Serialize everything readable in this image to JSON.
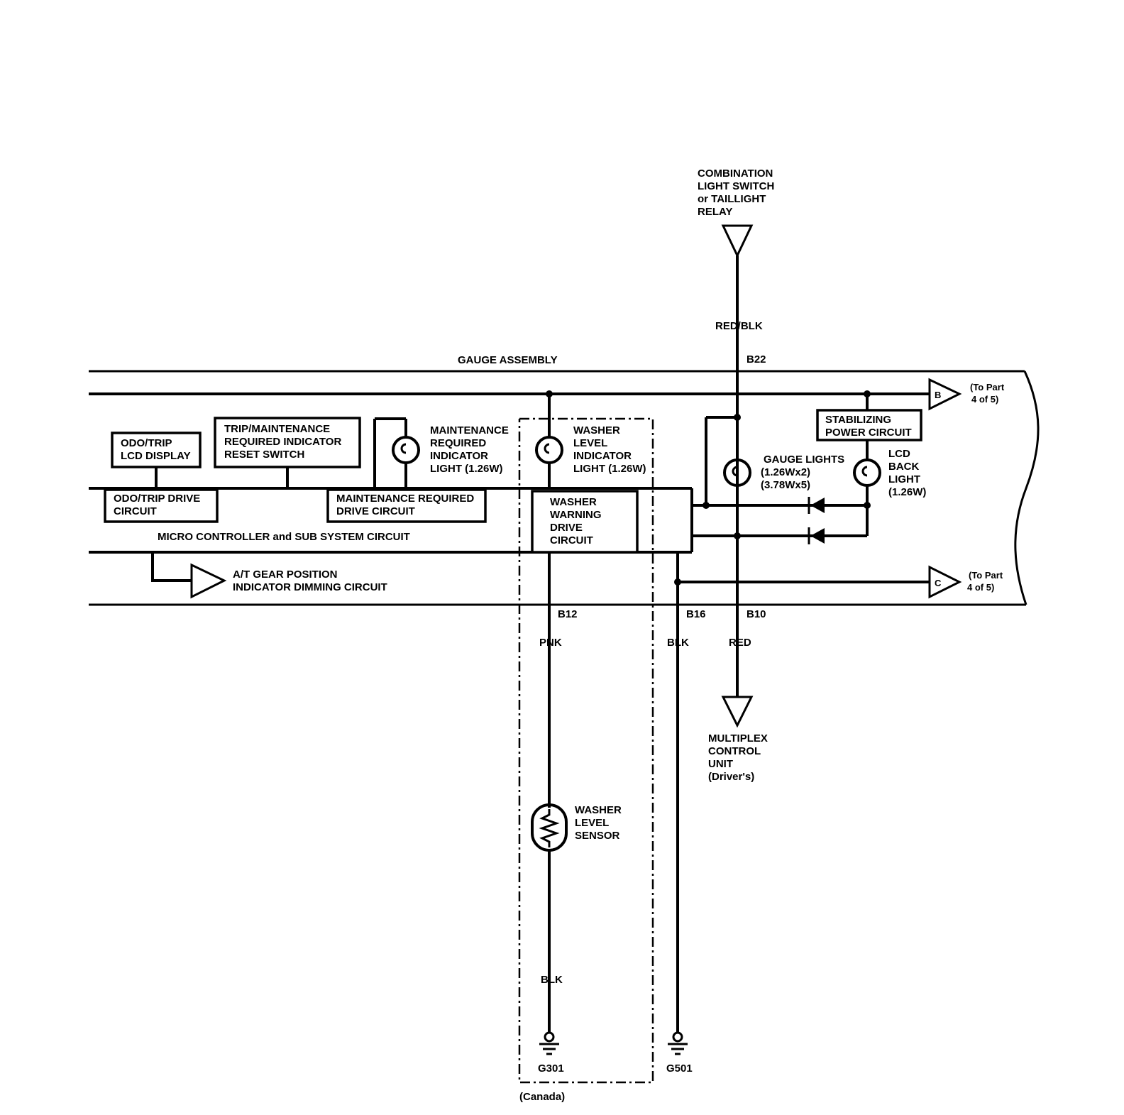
{
  "source": {
    "line1": "COMBINATION",
    "line2": "LIGHT SWITCH",
    "line3": "or TAILLIGHT",
    "line4": "RELAY"
  },
  "wires": {
    "top_color": "RED/BLK",
    "top_pin": "B22",
    "pnk_pin": "B12",
    "pnk_color": "PNK",
    "blk_pin": "B16",
    "blk_color": "BLK",
    "red_pin": "B10",
    "red_color": "RED",
    "sensor_ground_color": "BLK"
  },
  "assembly": {
    "title": "GAUGE ASSEMBLY",
    "controller_label": "MICRO CONTROLLER and SUB SYSTEM CIRCUIT"
  },
  "boxes": {
    "odo_display": [
      "ODO/TRIP",
      "LCD DISPLAY"
    ],
    "reset_switch": [
      "TRIP/MAINTENANCE",
      "REQUIRED INDICATOR",
      "RESET SWITCH"
    ],
    "odo_drive": [
      "ODO/TRIP DRIVE",
      "CIRCUIT"
    ],
    "maint_drive": [
      "MAINTENANCE REQUIRED",
      "DRIVE CIRCUIT"
    ],
    "washer_drive": [
      "WASHER",
      "WARNING",
      "DRIVE",
      "CIRCUIT"
    ],
    "stabilizing": [
      "STABILIZING",
      "POWER CIRCUIT"
    ]
  },
  "lights": {
    "maintenance": [
      "MAINTENANCE",
      "REQUIRED",
      "INDICATOR",
      "LIGHT (1.26W)"
    ],
    "washer": [
      "WASHER",
      "LEVEL",
      "INDICATOR",
      "LIGHT (1.26W)"
    ],
    "gauge": [
      "GAUGE LIGHTS",
      "(1.26Wx2)",
      "(3.78Wx5)"
    ],
    "lcd": [
      "LCD",
      "BACK",
      "LIGHT",
      "(1.26W)"
    ]
  },
  "connectors": {
    "b": {
      "letter": "B",
      "note": [
        "(To Part",
        "4 of 5)"
      ]
    },
    "c": {
      "letter": "C",
      "note": [
        "(To Part",
        "4 of 5)"
      ]
    }
  },
  "at_gear": [
    "A/T GEAR POSITION",
    "INDICATOR DIMMING CIRCUIT"
  ],
  "mcu": [
    "MULTIPLEX",
    "CONTROL",
    "UNIT",
    "(Driver's)"
  ],
  "sensor": [
    "WASHER",
    "LEVEL",
    "SENSOR"
  ],
  "grounds": {
    "g301": "G301",
    "g501": "G501"
  },
  "region_note": "(Canada)"
}
